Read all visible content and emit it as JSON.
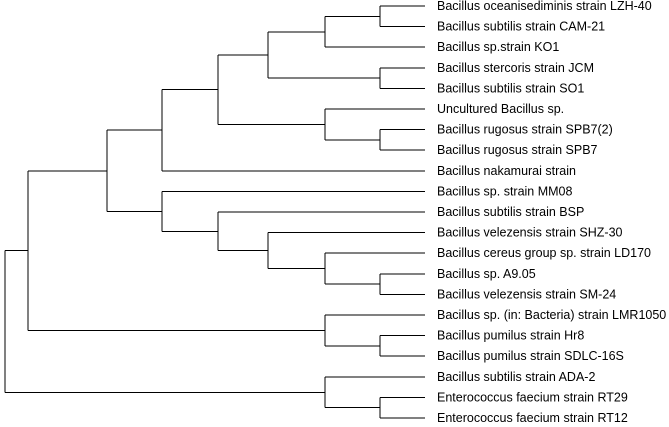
{
  "tree": {
    "leaves": [
      "Bacillus oceanisediminis strain LZH-40",
      "Bacillus subtilis strain CAM-21",
      "Bacillus sp.strain KO1",
      "Bacillus stercoris strain JCM",
      "Bacillus subtilis strain SO1",
      "Uncultured Bacillus sp.",
      "Bacillus rugosus strain SPB7(2)",
      "Bacillus rugosus strain SPB7",
      "Bacillus nakamurai strain",
      "Bacillus sp. strain MM08",
      "Bacillus subtilis strain BSP",
      "Bacillus velezensis strain SHZ-30",
      "Bacillus cereus group sp. strain LD170",
      "Bacillus sp. A9.05",
      "Bacillus velezensis strain SM-24",
      "Bacillus sp. (in: Bacteria) strain LMR1050",
      "Bacillus pumilus strain Hr8",
      "Bacillus pumilus strain SDLC-16S",
      "Bacillus subtilis strain ADA-2",
      "Enterococcus faecium strain RT29",
      "Enterococcus faecium strain RT12"
    ]
  }
}
